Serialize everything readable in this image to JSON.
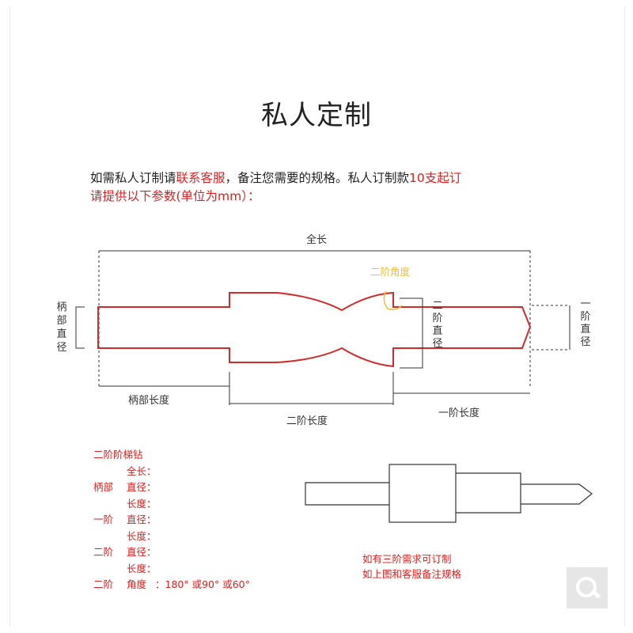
{
  "title": "私人定制",
  "intro": {
    "p1": "如需私人订制请",
    "p2": "联系客服",
    "p3": "，备注您需要的规格。私人订制款",
    "p4": "10支起订",
    "line2": "请提供以下参数(单位为mm）："
  },
  "diagram": {
    "total_length": "全长",
    "second_angle": "二阶角度",
    "shank_diameter": "柄部直径",
    "second_diameter": "二阶直径",
    "first_diameter": "一阶直径",
    "shank_length": "柄部长度",
    "second_length": "二阶长度",
    "first_length": "一阶长度",
    "outline_color": "#d22b2b",
    "dim_color": "#333333",
    "angle_mark_color": "#f0c030"
  },
  "spec": {
    "heading": "二阶阶梯钻",
    "total": "全长：",
    "shank": "柄部",
    "shank_dia": "直径：",
    "shank_len": "长度：",
    "first": "一阶",
    "first_dia": "直径：",
    "first_len": "长度：",
    "second": "二阶",
    "second_dia": "直径：",
    "second_len": "长度：",
    "second_angle_label": "二阶",
    "angle": "角度",
    "angle_values": "：180°  或90°  或60°"
  },
  "note": {
    "line1": "如有三阶需求可订制",
    "line2": "如上图和客服备注规格"
  },
  "icons": {
    "zoom": "magnifier-icon"
  }
}
